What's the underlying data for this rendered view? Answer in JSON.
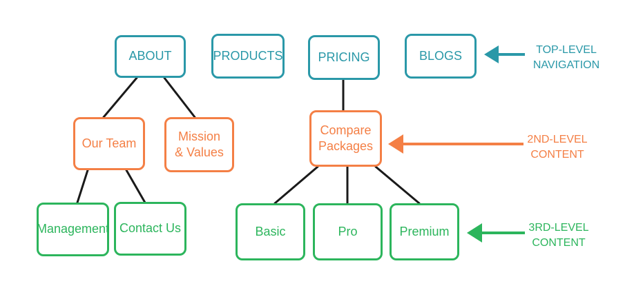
{
  "top_level": {
    "about": "ABOUT",
    "products": "PRODUCTS",
    "pricing": "PRICING",
    "blogs": "BLOGS"
  },
  "second_level": {
    "our_team": "Our Team",
    "mission": [
      "Mission",
      "& Values"
    ],
    "compare": [
      "Compare",
      "Packages"
    ]
  },
  "third_level": {
    "management": "Management",
    "contact_us": "Contact Us",
    "basic": "Basic",
    "pro": "Pro",
    "premium": "Premium"
  },
  "legend": {
    "top": [
      "TOP-LEVEL",
      "NAVIGATION"
    ],
    "second": [
      "2ND-LEVEL",
      "CONTENT"
    ],
    "third": [
      "3RD-LEVEL",
      "CONTENT"
    ]
  },
  "colors": {
    "top_level": "#2a98a8",
    "second_level": "#f47f45",
    "third_level": "#2cb55c",
    "connector": "#1a1a1a"
  }
}
